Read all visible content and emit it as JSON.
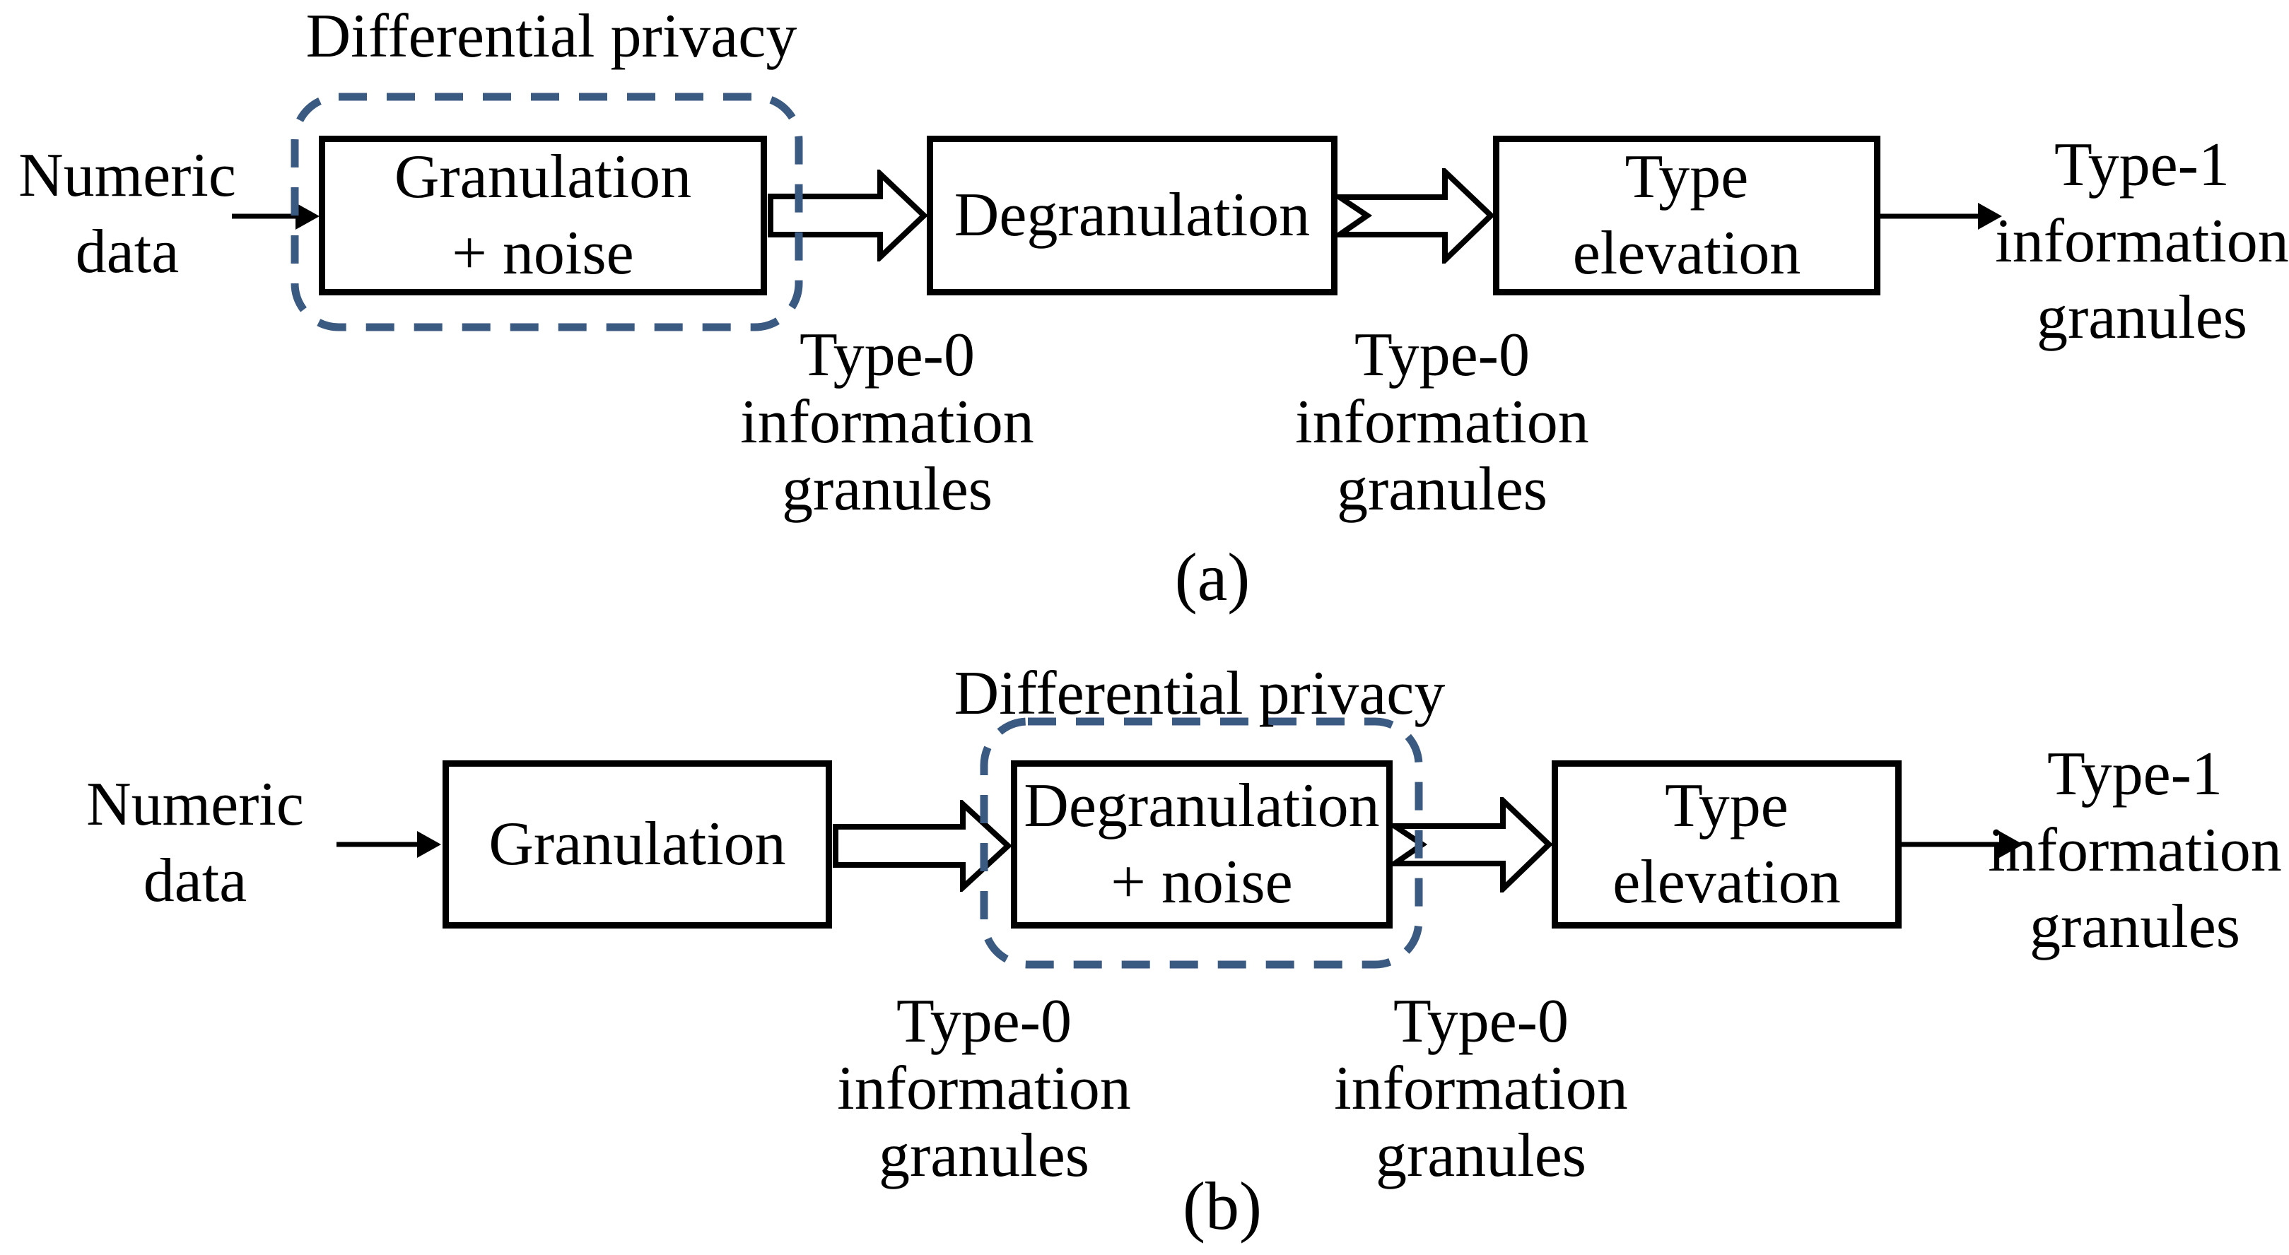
{
  "figure": {
    "background": "#ffffff",
    "ink_color": "#000000",
    "dash_color": "#3b5a82"
  },
  "diagram_a": {
    "caption": "(a)",
    "privacy_label": "Differential privacy",
    "input_label": [
      "Numeric",
      "data"
    ],
    "box1": [
      "Granulation",
      "+ noise"
    ],
    "box2": [
      "Degranulation"
    ],
    "box3": [
      "Type",
      "elevation"
    ],
    "mid_label1": [
      "Type-0",
      "information",
      "granules"
    ],
    "mid_label2": [
      "Type-0",
      "information",
      "granules"
    ],
    "output_label": [
      "Type-1",
      "information",
      "granules"
    ]
  },
  "diagram_b": {
    "caption": "(b)",
    "privacy_label": "Differential privacy",
    "input_label": [
      "Numeric",
      "data"
    ],
    "box1": [
      "Granulation"
    ],
    "box2": [
      "Degranulation",
      "+ noise"
    ],
    "box3": [
      "Type",
      "elevation"
    ],
    "mid_label1": [
      "Type-0",
      "information",
      "granules"
    ],
    "mid_label2": [
      "Type-0",
      "information",
      "granules"
    ],
    "output_label": [
      "Type-1",
      "information",
      "granules"
    ]
  }
}
